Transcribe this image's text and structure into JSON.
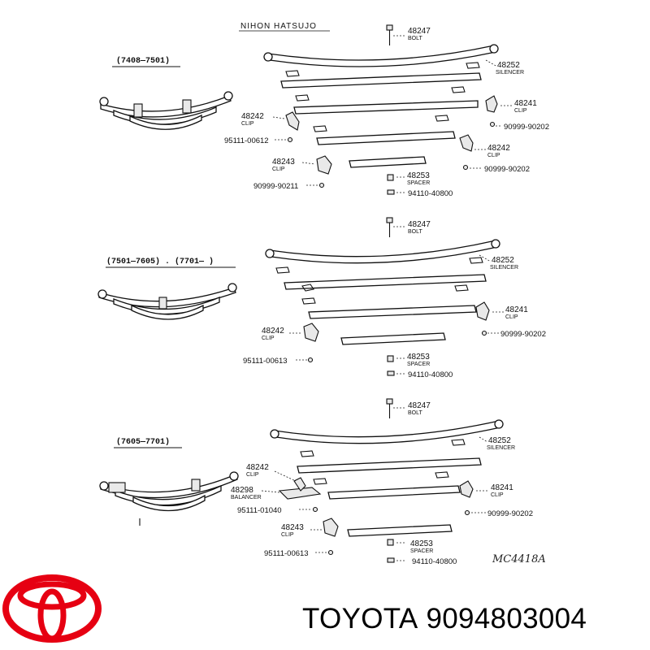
{
  "manufacturer_label": "NIHON   HATSUJO",
  "diagram_ref": "MC4418A",
  "brand_logo": "toyota-logo",
  "footer": {
    "brand": "TOYOTA",
    "part_number": "9094803004"
  },
  "sections": [
    {
      "range": "(7408—7501)",
      "labels": [
        {
          "code": "48247",
          "sub": "BOLT"
        },
        {
          "code": "48252",
          "sub": "SILENCER"
        },
        {
          "code": "48241",
          "sub": "CLIP"
        },
        {
          "code": "90999-90202"
        },
        {
          "code": "48242",
          "sub": "CLIP"
        },
        {
          "code": "95111-00612"
        },
        {
          "code": "48242",
          "sub": "CLIP"
        },
        {
          "code": "48243",
          "sub": "CLIP"
        },
        {
          "code": "90999-90202"
        },
        {
          "code": "48253",
          "sub": "SPACER"
        },
        {
          "code": "90999-90211"
        },
        {
          "code": "94110-40800"
        }
      ]
    },
    {
      "range": "(7501—7605) . (7701—      )",
      "labels": [
        {
          "code": "48247",
          "sub": "BOLT"
        },
        {
          "code": "48252",
          "sub": "SILENCER"
        },
        {
          "code": "48241",
          "sub": "CLIP"
        },
        {
          "code": "48242",
          "sub": "CLIP"
        },
        {
          "code": "90999-90202"
        },
        {
          "code": "48253",
          "sub": "SPACER"
        },
        {
          "code": "95111-00613"
        },
        {
          "code": "94110-40800"
        }
      ]
    },
    {
      "range": "(7605—7701)",
      "labels": [
        {
          "code": "48247",
          "sub": "BOLT"
        },
        {
          "code": "48252",
          "sub": "SILENCER"
        },
        {
          "code": "48242",
          "sub": "CLIP"
        },
        {
          "code": "48298",
          "sub": "BALANCER"
        },
        {
          "code": "48241",
          "sub": "CLIP"
        },
        {
          "code": "95111-01040"
        },
        {
          "code": "90999-90202"
        },
        {
          "code": "48243",
          "sub": "CLIP"
        },
        {
          "code": "48253",
          "sub": "SPACER"
        },
        {
          "code": "95111-00613"
        },
        {
          "code": "94110-40800"
        }
      ]
    }
  ]
}
